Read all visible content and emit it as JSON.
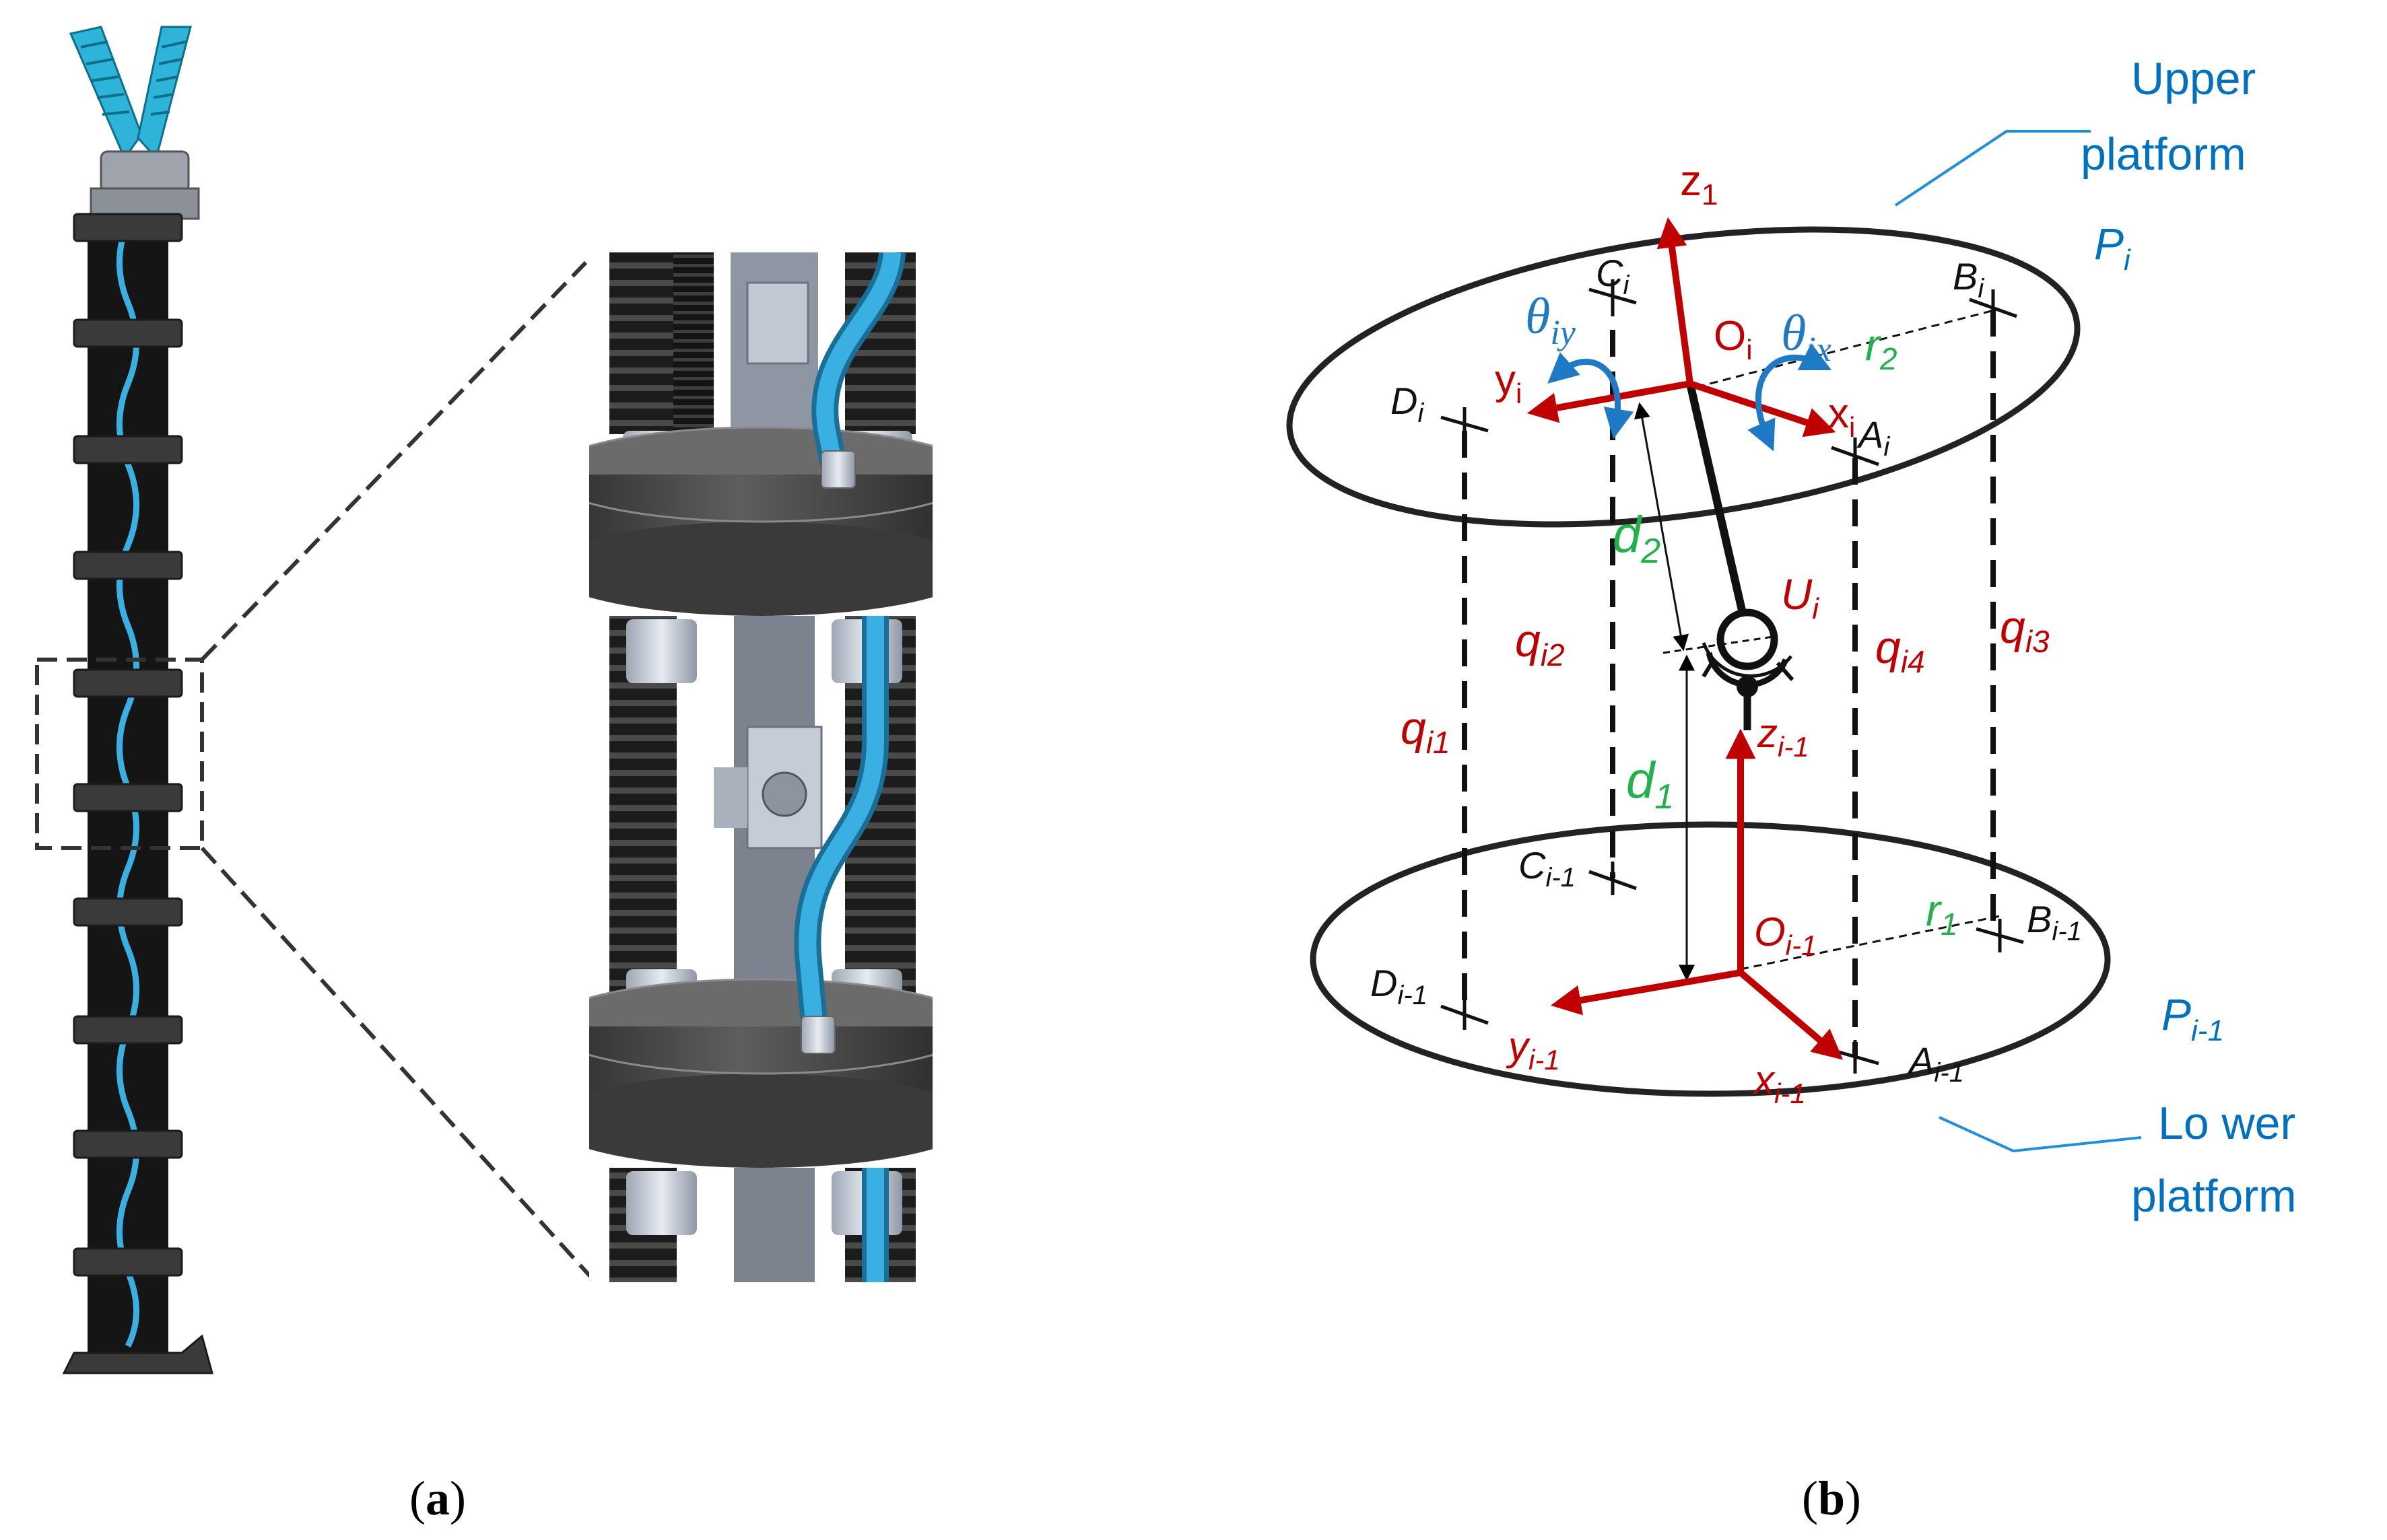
{
  "figure": {
    "panel_a": {
      "caption_open": "(",
      "caption_letter": "a",
      "caption_close": ")"
    },
    "panel_b": {
      "caption_open": "(",
      "caption_letter": "b",
      "caption_close": ")"
    },
    "callouts": {
      "upper_platform": [
        "Upper",
        "platform"
      ],
      "lower_platform": [
        "Lo wer",
        "platform"
      ]
    },
    "platforms": {
      "upper": {
        "name": "P",
        "sub": "i"
      },
      "lower": {
        "name": "P",
        "sub": "i-1"
      }
    },
    "upper_frame": {
      "z": {
        "base": "z",
        "sub": "1"
      },
      "x": {
        "base": "x",
        "sub": "i"
      },
      "y": {
        "base": "y",
        "sub": "i"
      },
      "origin": {
        "base": "O",
        "sub": "i"
      },
      "theta_x": {
        "base": "θ",
        "sub": "ix"
      },
      "theta_y": {
        "base": "θ",
        "sub": "iy"
      }
    },
    "lower_frame": {
      "z": {
        "base": "z",
        "sub": "i-1"
      },
      "x": {
        "base": "x",
        "sub": "i-1"
      },
      "y": {
        "base": "y",
        "sub": "i-1"
      },
      "origin": {
        "base": "O",
        "sub": "i-1"
      }
    },
    "upper_points": {
      "A": {
        "base": "A",
        "sub": "i"
      },
      "B": {
        "base": "B",
        "sub": "i"
      },
      "C": {
        "base": "C",
        "sub": "i"
      },
      "D": {
        "base": "D",
        "sub": "i"
      }
    },
    "lower_points": {
      "A": {
        "base": "A",
        "sub": "i-1"
      },
      "B": {
        "base": "B",
        "sub": "i-1"
      },
      "C": {
        "base": "C",
        "sub": "i-1"
      },
      "D": {
        "base": "D",
        "sub": "i-1"
      }
    },
    "joint": {
      "base": "U",
      "sub": "i"
    },
    "dimensions": {
      "d1": {
        "base": "d",
        "sub": "1"
      },
      "d2": {
        "base": "d",
        "sub": "2"
      },
      "r1": {
        "base": "r",
        "sub": "1"
      },
      "r2": {
        "base": "r",
        "sub": "2"
      }
    },
    "cables": {
      "q1": {
        "base": "q",
        "sub": "i1"
      },
      "q2": {
        "base": "q",
        "sub": "i2"
      },
      "q3": {
        "base": "q",
        "sub": "i3"
      },
      "q4": {
        "base": "q",
        "sub": "i4"
      }
    },
    "colors": {
      "frame": "#c00000",
      "rotation": "#1f7ac6",
      "dimension": "#22b14c",
      "callout": "#0070c0",
      "mech_dark": "#3d3d3d",
      "mech_tube": "#3ab0e2"
    }
  }
}
